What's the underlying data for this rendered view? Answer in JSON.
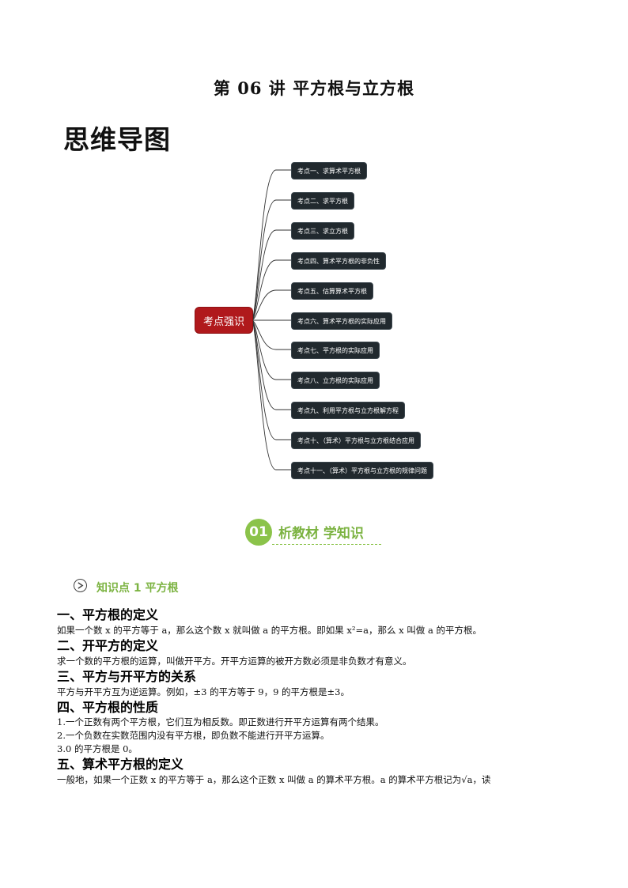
{
  "document": {
    "title": "第 06 讲  平方根与立方根",
    "mindmap_heading": "思维导图"
  },
  "mindmap": {
    "root": "考点强识",
    "branches": [
      "考点一、求算术平方根",
      "考点二、求平方根",
      "考点三、求立方根",
      "考点四、算术平方根的非负性",
      "考点五、估算算术平方根",
      "考点六、算术平方根的实际应用",
      "考点七、平方根的实际应用",
      "考点八、立方根的实际应用",
      "考点九、利用平方根与立方根解方程",
      "考点十、（算术）平方根与立方根结合应用",
      "考点十一、（算术）平方根与立方根的规律问题"
    ],
    "colors": {
      "root_bg": "#b0191c",
      "branch_bg": "#21292e",
      "connector": "#333333"
    }
  },
  "section": {
    "number": "01",
    "title": "析教材 学知识",
    "accent": "#8bc34a"
  },
  "knowledge_point": {
    "icon": "arrow-circle-icon",
    "title": "知识点 1  平方根"
  },
  "content": {
    "h1": "一、平方根的定义",
    "p1": "如果一个数 x 的平方等于 a，那么这个数 x 就叫做 a 的平方根。即如果 x²=a，那么 x 叫做 a 的平方根。",
    "h2": "二、开平方的定义",
    "p2": "求一个数的平方根的运算，叫做开平方。开平方运算的被开方数必须是非负数才有意义。",
    "h3": "三、平方与开平方的关系",
    "p3": "平方与开平方互为逆运算。例如，±3 的平方等于 9，9 的平方根是±3。",
    "h4": "四、平方根的性质",
    "p4_1": "1.一个正数有两个平方根，它们互为相反数。即正数进行开平方运算有两个结果。",
    "p4_2": "2.一个负数在实数范围内没有平方根，即负数不能进行开平方运算。",
    "p4_3": "3.0 的平方根是 0。",
    "h5": "五、算术平方根的定义",
    "p5": "一般地，如果一个正数 x 的平方等于 a，那么这个正数 x 叫做 a 的算术平方根。a 的算术平方根记为√a，读"
  }
}
